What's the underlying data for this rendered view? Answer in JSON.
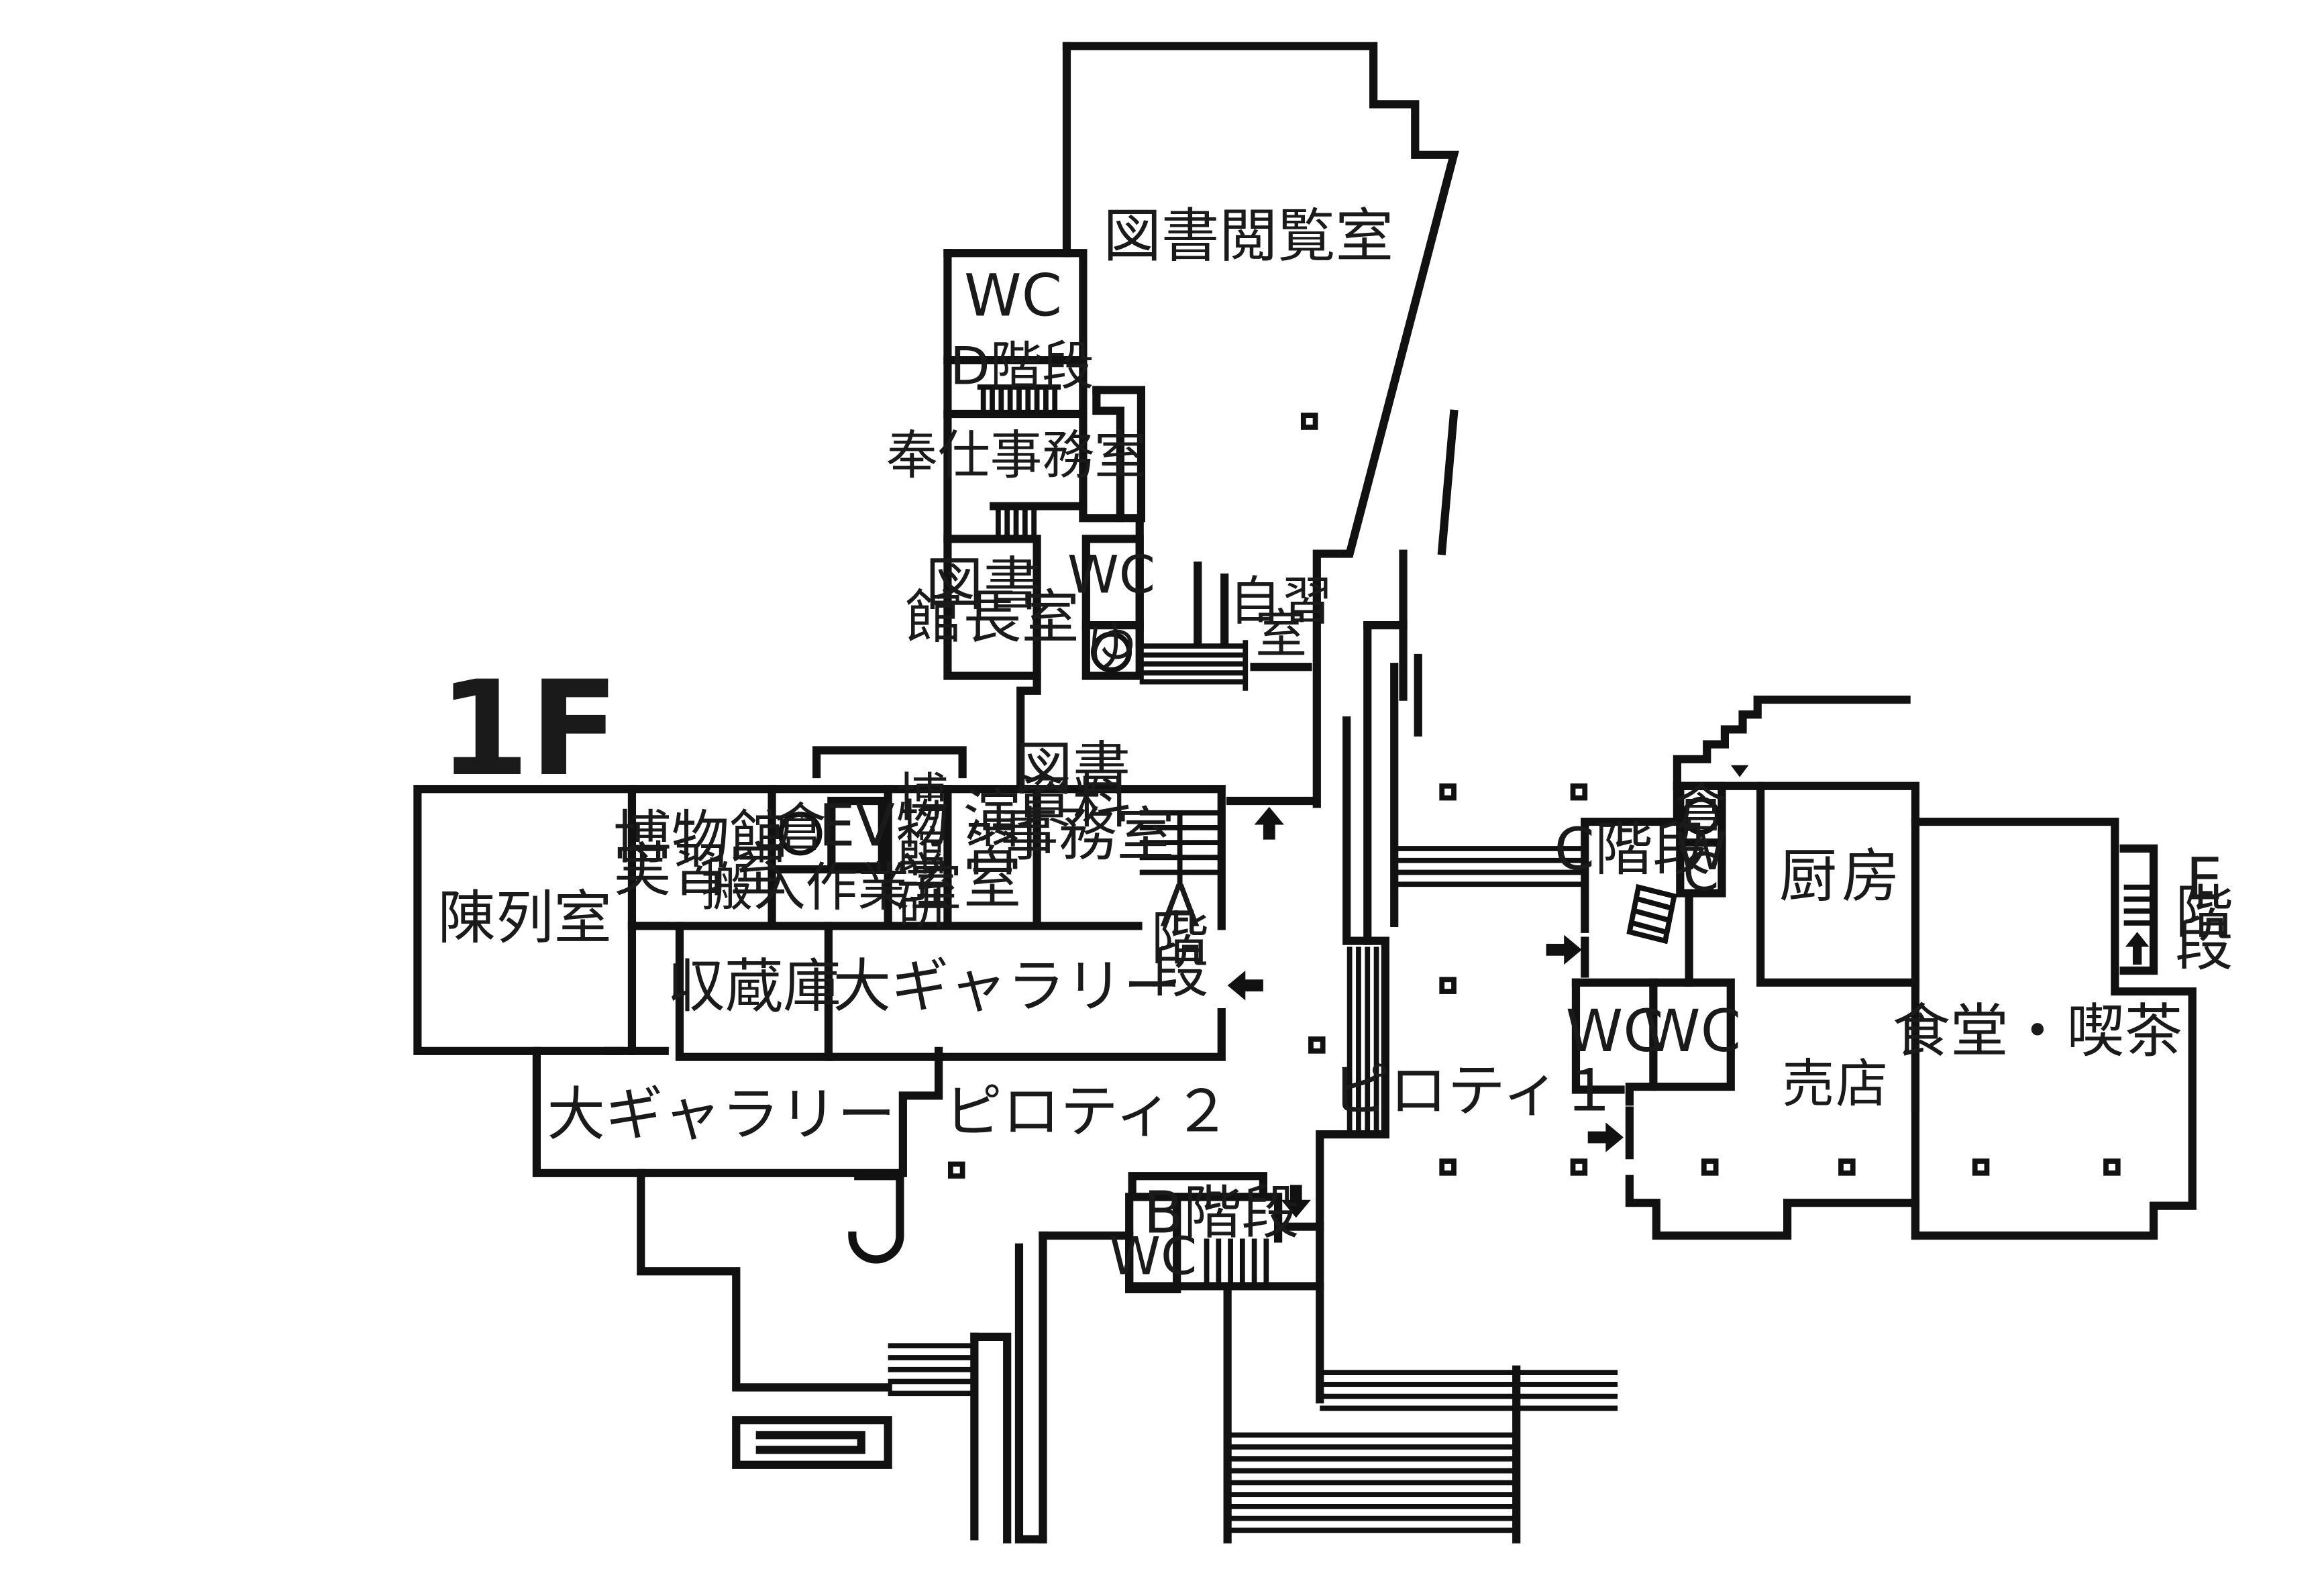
{
  "floor_label": "1F",
  "rooms": {
    "library_reading": "図書閲覧室",
    "wc_north": "WC",
    "stairs_d": "D階段",
    "service_office": "奉仕事務室",
    "librarian_room_1": "図書",
    "librarian_room_2": "館長室",
    "wc_mid": "WC",
    "utility_mark": "ゆ",
    "self_study_1": "自習",
    "self_study_2": "室",
    "library_materials_1": "図書",
    "library_materials_2": "資料",
    "library_materials_3": "事務室",
    "exhibition": "陳列室",
    "museum_practice_1": "博物館",
    "museum_practice_2": "実習室",
    "storage_mark_west": "倉",
    "elevator": "EV",
    "loading_work": "搬入作業室",
    "museum_study_1": "博",
    "museum_study_2": "物",
    "museum_study_3": "館",
    "museum_study_4": "学",
    "museum_study_5": "研",
    "seminar_1": "演",
    "seminar_2": "習",
    "seminar_3": "室",
    "stairs_a_1": "A",
    "stairs_a_2": "階",
    "stairs_a_3": "段",
    "collection_storage": "収蔵庫",
    "large_gallery_north": "大ギャラリー",
    "large_gallery_south": "大ギャラリー",
    "piloti_2": "ピロティ２",
    "piloti_1": "ピロティ１",
    "stairs_b": "B階段",
    "wc_south": "WC",
    "stairs_c": "C階段",
    "storage_mark_east": "倉",
    "wc_small_1": "W",
    "wc_small_2": "C",
    "kitchen_1": "厨",
    "kitchen_2": "房",
    "stairs_e_1": "E",
    "stairs_e_2": "階",
    "stairs_e_3": "段",
    "wc_east_1": "WC",
    "wc_east_2": "WC",
    "shop_1": "売",
    "shop_2": "店",
    "cafeteria": "食堂・喫茶"
  }
}
